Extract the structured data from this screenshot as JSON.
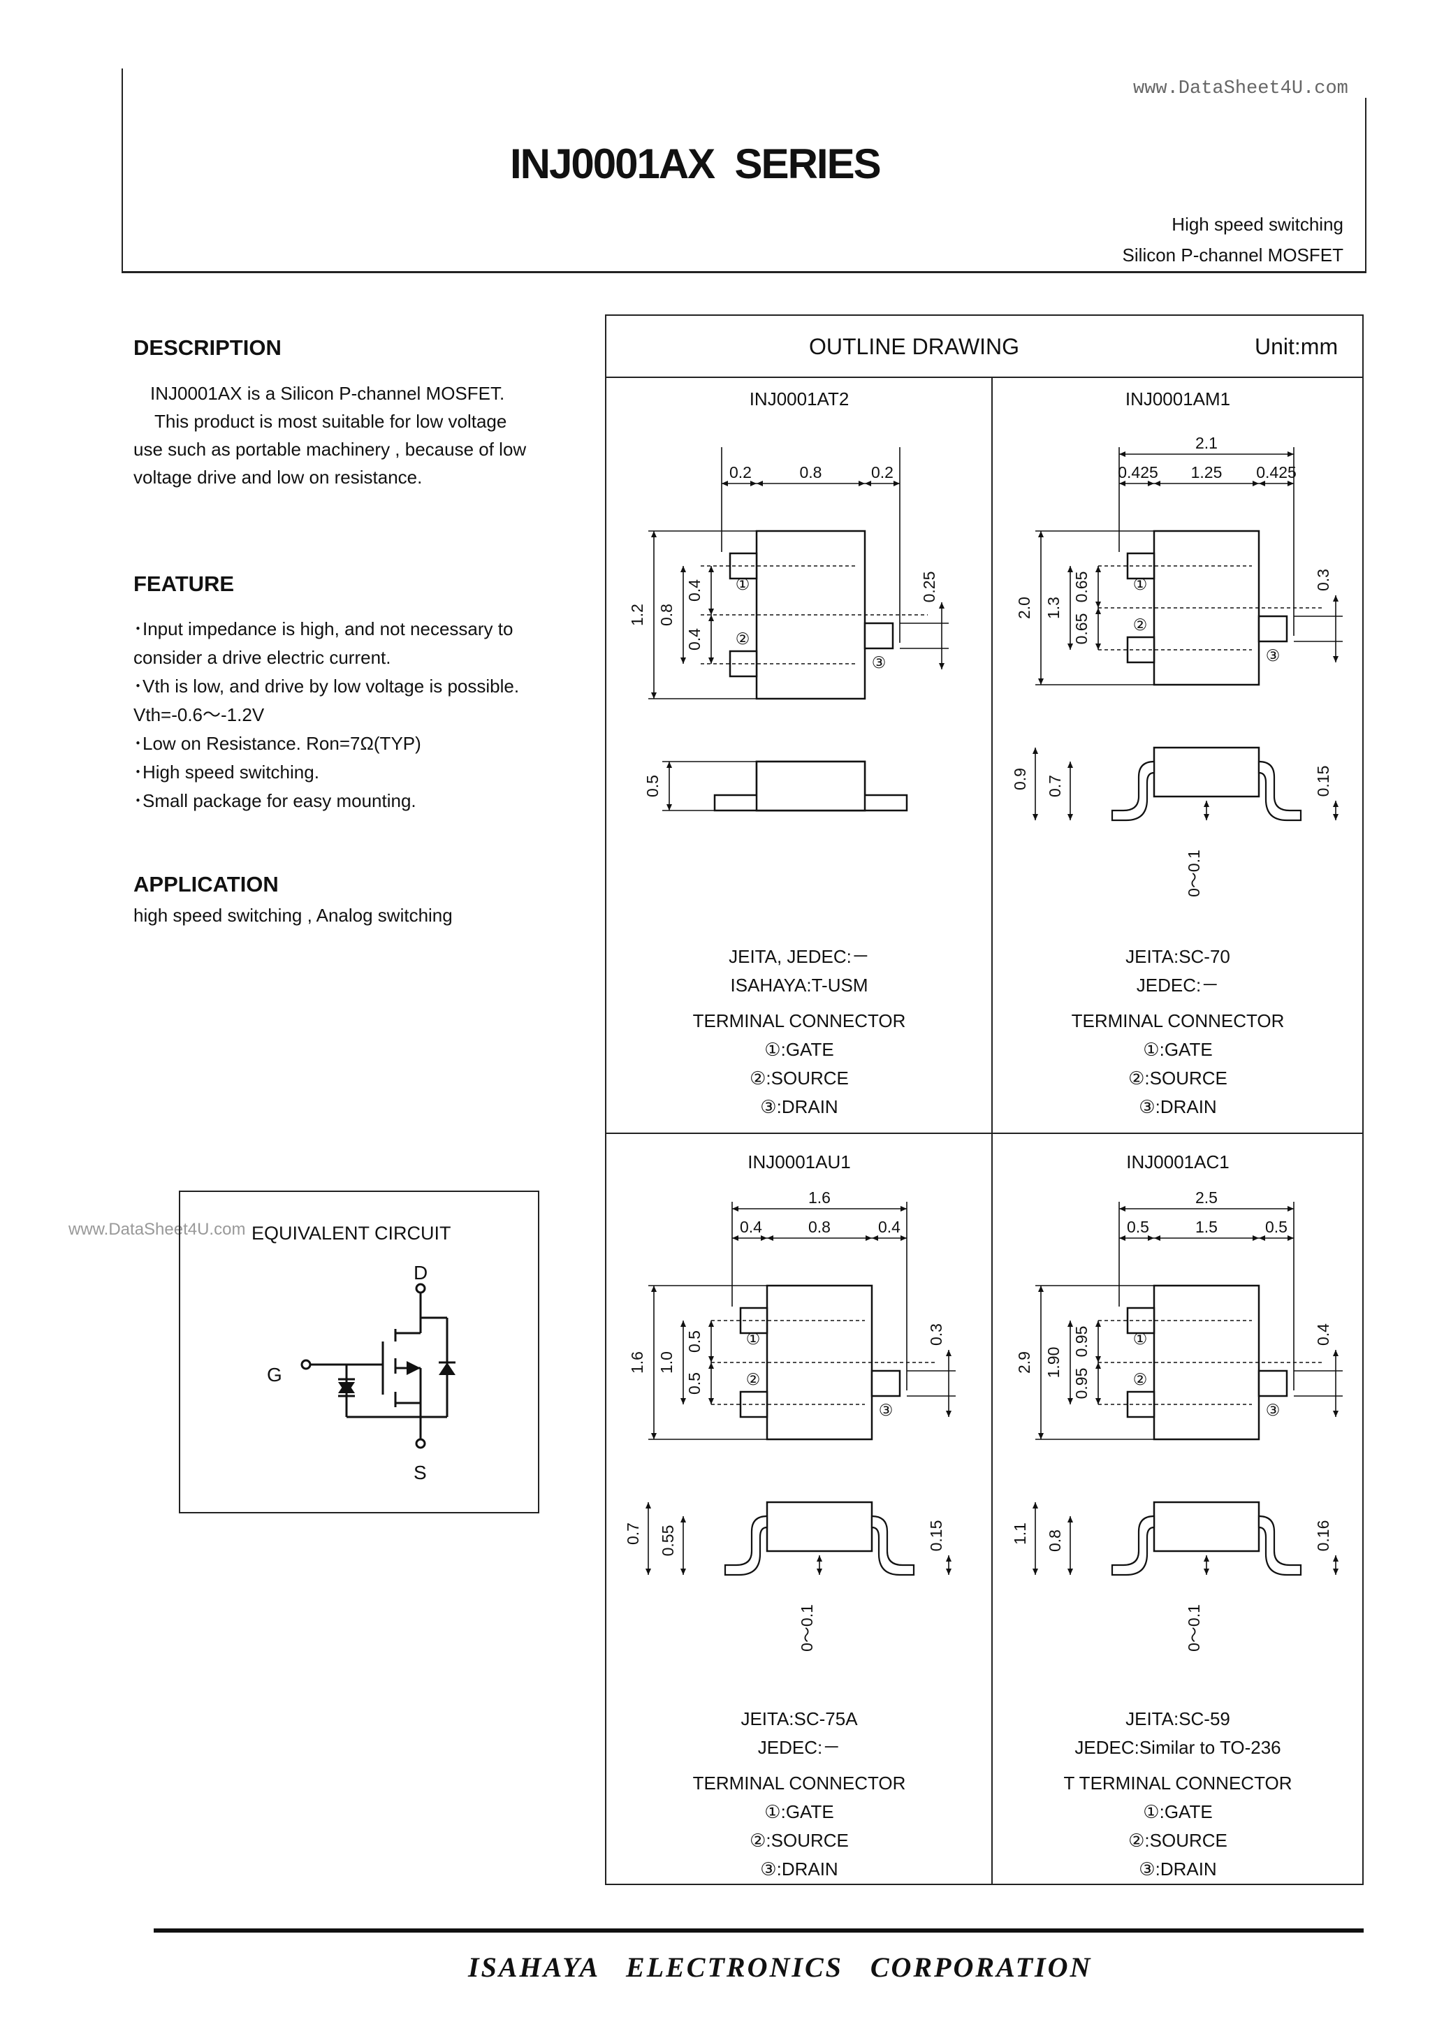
{
  "watermark_top": "www.DataSheet4U.com",
  "watermark_side": "www.DataSheet4U.com",
  "title": "INJ0001AX  SERIES",
  "subtitle_1": "High speed switching",
  "subtitle_2": "Silicon P-channel MOSFET",
  "description": {
    "heading": "DESCRIPTION",
    "lines": [
      "INJ0001AX  is a Silicon P-channel MOSFET.",
      "This product is most suitable for low voltage",
      "use such as portable machinery , because of   low",
      "voltage drive and low on resistance."
    ]
  },
  "feature": {
    "heading": "FEATURE",
    "lines": [
      "･Input impedance is high, and not necessary to",
      "consider a drive electric current.",
      "･Vth is low, and drive by low voltage is possible.",
      "Vth=-0.6～-1.2V",
      "･Low on Resistance. Ron=7Ω(TYP)",
      "･High speed switching.",
      "･Small package for easy mounting."
    ]
  },
  "application": {
    "heading": "APPLICATION",
    "text": "high speed switching , Analog switching"
  },
  "circuit": {
    "title": "EQUIVALENT CIRCUIT",
    "d": "D",
    "g": "G",
    "s": "S"
  },
  "outline": {
    "title": "OUTLINE DRAWING",
    "unit": "Unit:mm",
    "packages": [
      {
        "name": "INJ0001AT2",
        "std1": "JEITA, JEDEC:－",
        "std2": "ISAHAYA:T-USM",
        "top_dims": {
          "total": "",
          "left": "0.2",
          "mid": "0.8",
          "right": "0.2"
        },
        "side_dims": {
          "height": "1.2",
          "span": "0.8",
          "pitch_a": "0.4",
          "pitch_b": "0.4",
          "lead": "0.25"
        },
        "profile": {
          "h1": "0.5",
          "h2": "",
          "lead": "",
          "standoff": ""
        }
      },
      {
        "name": "INJ0001AM1",
        "std1": "JEITA:SC-70",
        "std2": "JEDEC:－",
        "top_dims": {
          "total": "2.1",
          "left": "0.425",
          "mid": "1.25",
          "right": "0.425"
        },
        "side_dims": {
          "height": "2.0",
          "span": "1.3",
          "pitch_a": "0.65",
          "pitch_b": "0.65",
          "lead": "0.3"
        },
        "profile": {
          "h1": "0.9",
          "h2": "0.7",
          "lead": "0.15",
          "standoff": "0～0.1"
        }
      },
      {
        "name": "INJ0001AU1",
        "std1": "JEITA:SC-75A",
        "std2": "JEDEC:－",
        "top_dims": {
          "total": "1.6",
          "left": "0.4",
          "mid": "0.8",
          "right": "0.4"
        },
        "side_dims": {
          "height": "1.6",
          "span": "1.0",
          "pitch_a": "0.5",
          "pitch_b": "0.5",
          "lead": "0.3"
        },
        "profile": {
          "h1": "0.7",
          "h2": "0.55",
          "lead": "0.15",
          "standoff": "0～0.1"
        }
      },
      {
        "name": "INJ0001AC1",
        "std1": "JEITA:SC-59",
        "std2": "JEDEC:Similar to TO-236",
        "top_dims": {
          "total": "2.5",
          "left": "0.5",
          "mid": "1.5",
          "right": "0.5"
        },
        "side_dims": {
          "height": "2.9",
          "span": "1.90",
          "pitch_a": "0.95",
          "pitch_b": "0.95",
          "lead": "0.4"
        },
        "profile": {
          "h1": "1.1",
          "h2": "0.8",
          "lead": "0.16",
          "standoff": "0～0.1"
        }
      }
    ],
    "terminal_heading_1": "TERMINAL CONNECTOR",
    "terminal_heading_2": "TERMINAL CONNECTOR",
    "terminal_heading_3": "TERMINAL CONNECTOR",
    "terminal_heading_4": "T TERMINAL CONNECTOR",
    "terminals": [
      "①:GATE",
      "②:SOURCE",
      "③:DRAIN"
    ],
    "pin_labels": [
      "①",
      "②",
      "③"
    ]
  },
  "footer": "ISAHAYA ELECTRONICS CORPORATION"
}
